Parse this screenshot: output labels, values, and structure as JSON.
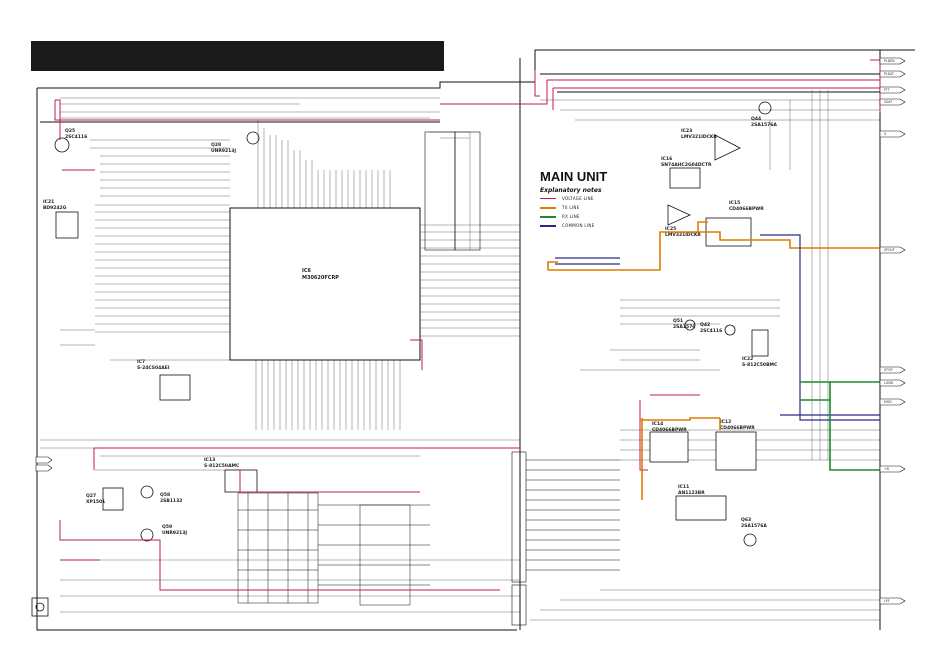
{
  "diagram": {
    "heading": "MAIN UNIT",
    "legend": {
      "title": "Explanatory notes",
      "items": [
        {
          "label": "VOLTAGE LINE",
          "color": "#c2185b"
        },
        {
          "label": "TX LINE",
          "color": "#e07b00"
        },
        {
          "label": "RX LINE",
          "color": "#1b8a2e"
        },
        {
          "label": "COMMON LINE",
          "color": "#2a2a8a"
        }
      ]
    },
    "components": {
      "ic6": {
        "ref": "IC6",
        "part": "M30620FCRP"
      },
      "ic21": {
        "ref": "IC21",
        "part": "BD9242G"
      },
      "ic7": {
        "ref": "IC7",
        "part": "S-24CS04AEI"
      },
      "ic13": {
        "ref": "IC13",
        "part": "S-812C50AMC"
      },
      "ic23": {
        "ref": "IC23",
        "part": "LMV321IDCKR"
      },
      "ic16": {
        "ref": "IC16",
        "part": "SN74AHC2G04DCTR"
      },
      "ic15": {
        "ref": "IC15",
        "part": "CD4066BPWR"
      },
      "ic25": {
        "ref": "IC25",
        "part": "LMV321IDCKR"
      },
      "ic22": {
        "ref": "IC22",
        "part": "S-812C50BMC"
      },
      "ic14": {
        "ref": "IC14",
        "part": "CD4066BPWR"
      },
      "ic12": {
        "ref": "IC12",
        "part": "CD4066BPWR"
      },
      "ic11": {
        "ref": "IC11",
        "part": "AN1123BR"
      },
      "q25": {
        "ref": "Q25",
        "part": "2SC4116"
      },
      "q28": {
        "ref": "Q28",
        "part": "UNR9213J"
      },
      "q27": {
        "ref": "Q27",
        "part": "XP1501"
      },
      "q58": {
        "ref": "Q58",
        "part": "2SB1132"
      },
      "q59": {
        "ref": "Q59",
        "part": "UNR9213J"
      },
      "q44": {
        "ref": "Q44",
        "part": "2SA1576A"
      },
      "q51": {
        "ref": "Q51",
        "part": "2SA1576"
      },
      "q42": {
        "ref": "Q42",
        "part": "2SC4116"
      },
      "q63": {
        "ref": "Q63",
        "part": "2SA1576A"
      }
    },
    "right_connectors": [
      "PLDEN",
      "PLDAT",
      "PTT",
      "SDAT",
      "U",
      "SPOUT",
      "STOP",
      "LGND",
      "MOD",
      "+B",
      "LPF"
    ]
  }
}
